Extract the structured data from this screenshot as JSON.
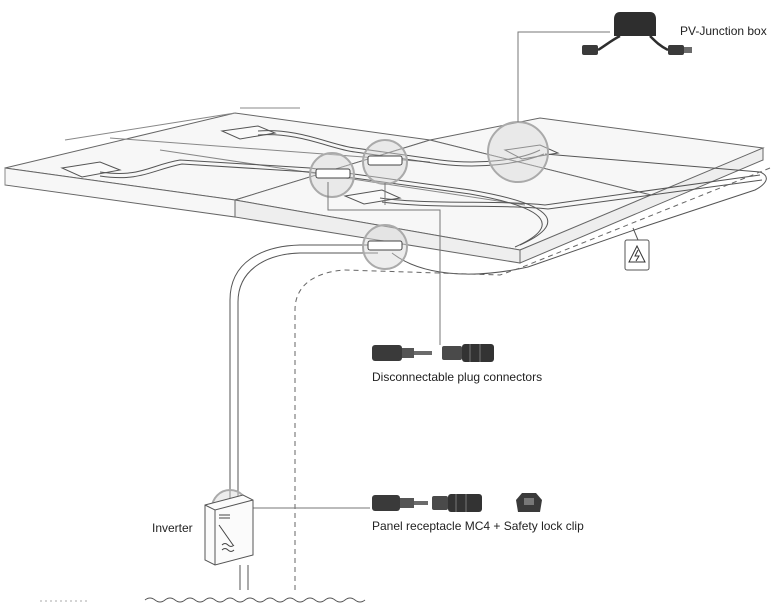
{
  "labels": {
    "junction_box": "PV-Junction box",
    "plug_connectors": "Disconnectable plug connectors",
    "inverter": "Inverter",
    "receptacle": "Panel receptacle MC4 + Safety lock clip"
  },
  "colors": {
    "line": "#555555",
    "light_line": "#8a8a8a",
    "panel_fill": "#f7f7f7",
    "highlight_circle": "#c9c9c9",
    "connector_dark": "#3a3a3a",
    "connector_mid": "#6b6b6b"
  },
  "icons": [
    "junction-box-icon",
    "plug-connector-icon",
    "receptacle-icon",
    "lock-clip-icon",
    "warning-tag-icon",
    "inverter-icon",
    "ground-water-icon"
  ]
}
